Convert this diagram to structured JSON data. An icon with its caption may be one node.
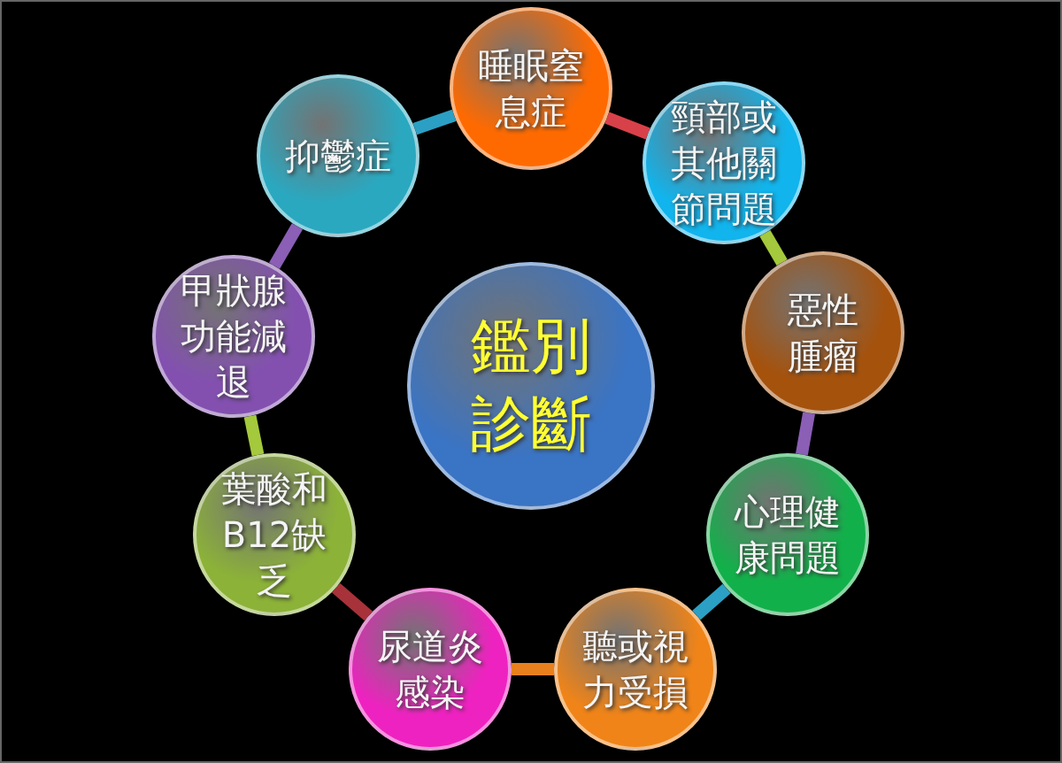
{
  "diagram": {
    "nodes": [
      {
        "text": [
          "鑑別診斷"
        ]
      },
      {
        "text": [
          "睡眠窒息症"
        ]
      },
      {
        "text": [
          "頸部或其他關節問題"
        ]
      },
      {
        "text": [
          "惡性腫瘤"
        ]
      },
      {
        "text": [
          "心理健康問題"
        ]
      },
      {
        "text": [
          "聽或視力受損"
        ]
      },
      {
        "text": [
          "尿道炎感染"
        ]
      },
      {
        "text": [
          "葉酸和B12缺乏"
        ]
      },
      {
        "text": [
          "甲狀腺功能減退"
        ]
      },
      {
        "text": [
          "抑鬱症"
        ]
      }
    ],
    "edges": [
      {
        "from": 1,
        "to": 2,
        "arrow": "none",
        "color": "#d9414a"
      },
      {
        "from": 2,
        "to": 3,
        "arrow": "none",
        "color": "#a4c93c"
      },
      {
        "from": 3,
        "to": 4,
        "arrow": "none",
        "color": "#8a5fb5"
      },
      {
        "from": 4,
        "to": 5,
        "arrow": "none",
        "color": "#2ba0c4"
      },
      {
        "from": 5,
        "to": 6,
        "arrow": "none",
        "color": "#e8801e"
      },
      {
        "from": 6,
        "to": 7,
        "arrow": "none",
        "color": "#a8323a"
      },
      {
        "from": 7,
        "to": 8,
        "arrow": "none",
        "color": "#a4c93c"
      },
      {
        "from": 8,
        "to": 9,
        "arrow": "none",
        "color": "#8a5fb5"
      },
      {
        "from": 9,
        "to": 1,
        "arrow": "none",
        "color": "#2ba0c4"
      }
    ]
  }
}
